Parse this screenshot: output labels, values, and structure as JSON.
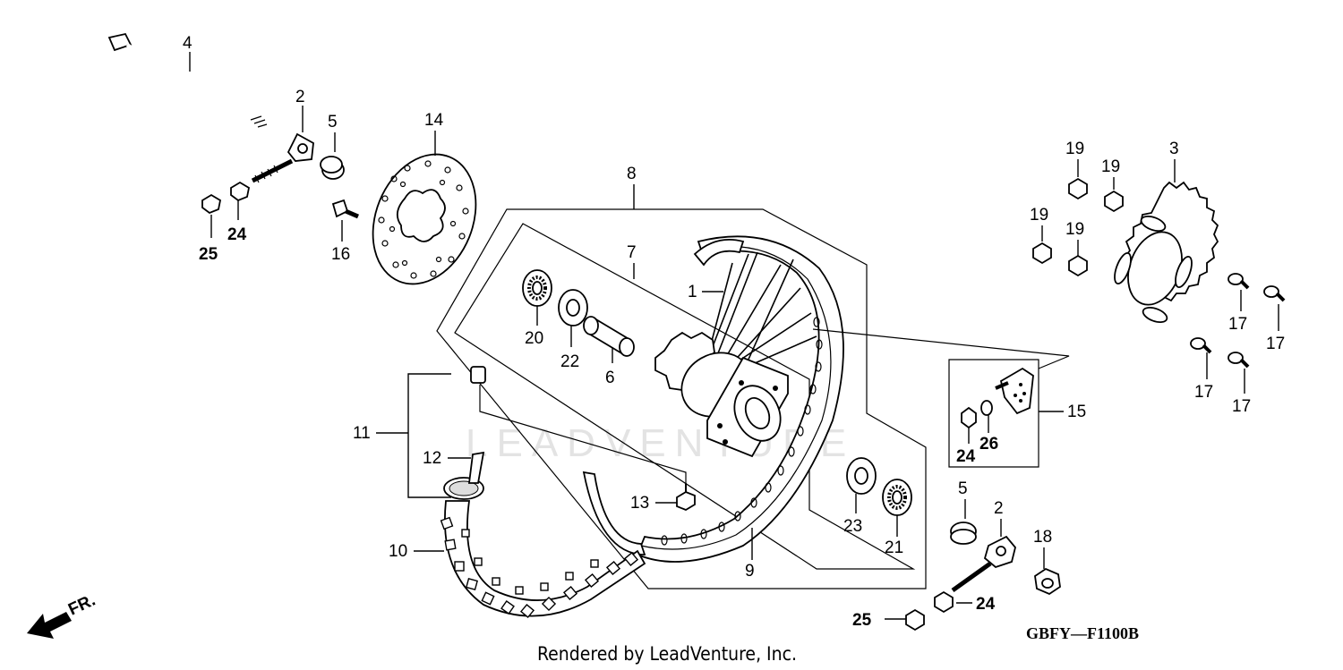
{
  "diagram": {
    "code": "GBFY—F1100B",
    "footer": "Rendered by LeadVenture, Inc.",
    "watermark": "LEADVENTURE",
    "direction_label": "FR.",
    "callouts": {
      "c1": "1",
      "c2a": "2",
      "c2b": "2",
      "c3": "3",
      "c4": "4",
      "c5a": "5",
      "c5b": "5",
      "c6": "6",
      "c7": "7",
      "c8": "8",
      "c9": "9",
      "c10": "10",
      "c11": "11",
      "c12": "12",
      "c13": "13",
      "c14": "14",
      "c15": "15",
      "c16": "16",
      "c17a": "17",
      "c17b": "17",
      "c17c": "17",
      "c17d": "17",
      "c18": "18",
      "c19a": "19",
      "c19b": "19",
      "c19c": "19",
      "c19d": "19",
      "c20": "20",
      "c21": "21",
      "c22": "22",
      "c23": "23",
      "c24a": "24",
      "c24b": "24",
      "c24c": "24",
      "c25a": "25",
      "c25b": "25",
      "c26": "26"
    }
  }
}
